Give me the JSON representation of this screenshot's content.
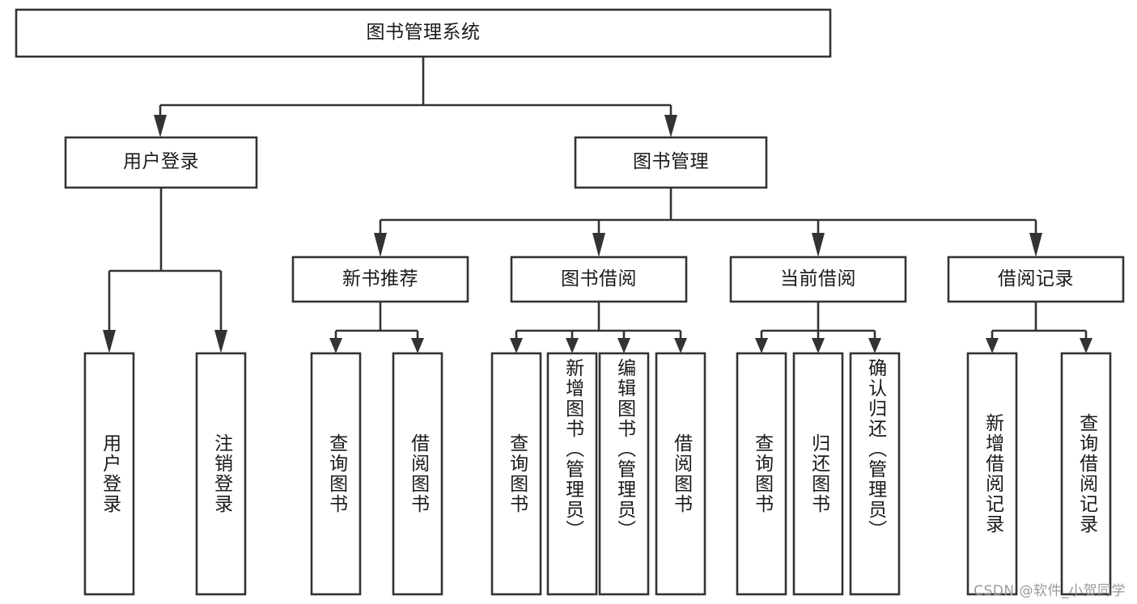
{
  "diagram": {
    "title_node": {
      "label": "图书管理系统"
    },
    "level2": [
      {
        "id": "user-login",
        "label": "用户登录"
      },
      {
        "id": "book-manage",
        "label": "图书管理"
      }
    ],
    "level3": [
      {
        "id": "new-book-recommend",
        "label": "新书推荐"
      },
      {
        "id": "book-borrow",
        "label": "图书借阅"
      },
      {
        "id": "current-borrow",
        "label": "当前借阅"
      },
      {
        "id": "borrow-record",
        "label": "借阅记录"
      }
    ],
    "leaves": [
      {
        "id": "leaf-user-login",
        "label": "用户登录",
        "parent": "user-login"
      },
      {
        "id": "leaf-logout-login",
        "label": "注销登录",
        "parent": "user-login"
      },
      {
        "id": "leaf-query-book-1",
        "label": "查询图书",
        "parent": "new-book-recommend"
      },
      {
        "id": "leaf-borrow-book-1",
        "label": "借阅图书",
        "parent": "new-book-recommend"
      },
      {
        "id": "leaf-query-book-2",
        "label": "查询图书",
        "parent": "book-borrow"
      },
      {
        "id": "leaf-add-book",
        "label": "新增图书（管理员）",
        "parent": "book-borrow"
      },
      {
        "id": "leaf-edit-book",
        "label": "编辑图书（管理员）",
        "parent": "book-borrow"
      },
      {
        "id": "leaf-borrow-book-2",
        "label": "借阅图书",
        "parent": "book-borrow"
      },
      {
        "id": "leaf-query-book-3",
        "label": "查询图书",
        "parent": "current-borrow"
      },
      {
        "id": "leaf-return-book",
        "label": "归还图书",
        "parent": "current-borrow"
      },
      {
        "id": "leaf-confirm-return",
        "label": "确认归还（管理员）",
        "parent": "current-borrow"
      },
      {
        "id": "leaf-add-record",
        "label": "新增借阅记录",
        "parent": "borrow-record"
      },
      {
        "id": "leaf-query-record",
        "label": "查询借阅记录",
        "parent": "borrow-record"
      }
    ],
    "colors": {
      "stroke": "#333333",
      "fill": "#ffffff",
      "text": "#1a1a1a",
      "watermark": "#9a9a9a"
    }
  },
  "watermark": {
    "text": "CSDN @软件_小贺同学"
  }
}
